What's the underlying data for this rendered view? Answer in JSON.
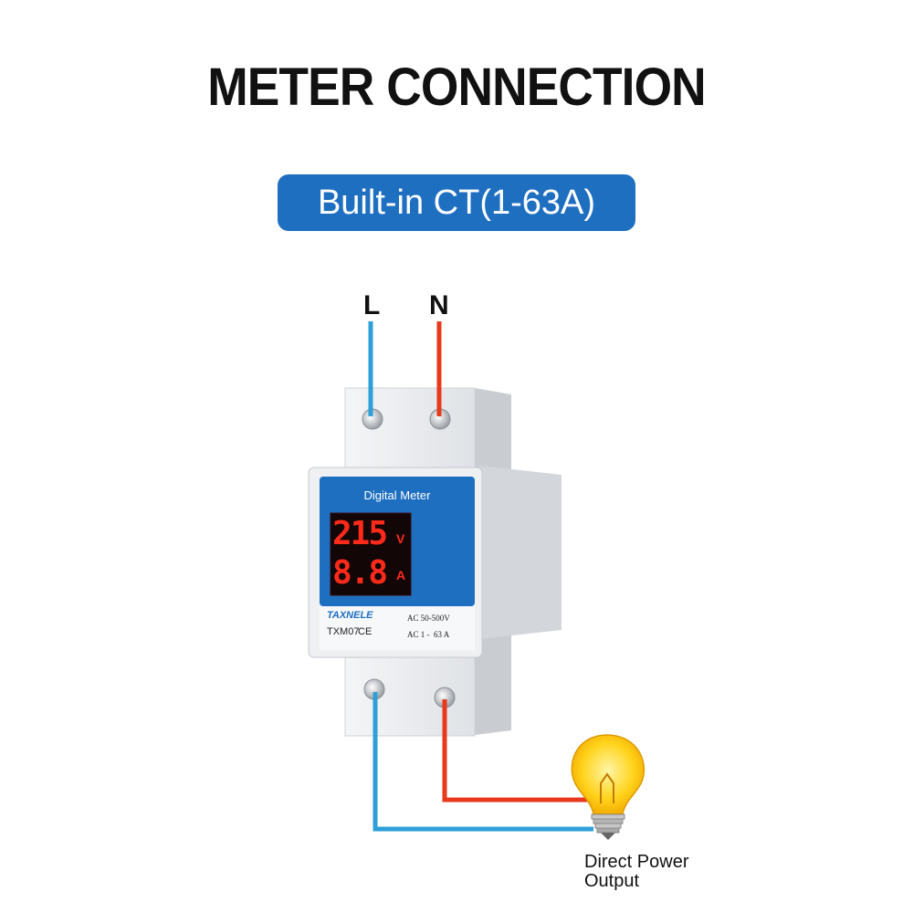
{
  "title": "METER CONNECTION",
  "subtitle": "Built-in CT(1-63A)",
  "terminals": {
    "line": "L",
    "neutral": "N"
  },
  "meter": {
    "panel_title": "Digital Meter",
    "voltage_reading": "215",
    "voltage_unit": "V",
    "current_reading": "8.8",
    "current_unit": "A",
    "brand": "TAXNELE",
    "model": "TXM07",
    "cert": "CE",
    "voltage_range": "AC 50-500V",
    "current_range": "AC 1 -  63 A"
  },
  "output": {
    "line1": "Direct Power",
    "line2": "Output"
  },
  "colors": {
    "accent": "#1f6fc1",
    "live_wire": "#e8391d",
    "neutral_wire": "#2f9fd8",
    "display_digits": "#ff2a1a"
  },
  "icons": {
    "lamp": "light-bulb-icon"
  }
}
